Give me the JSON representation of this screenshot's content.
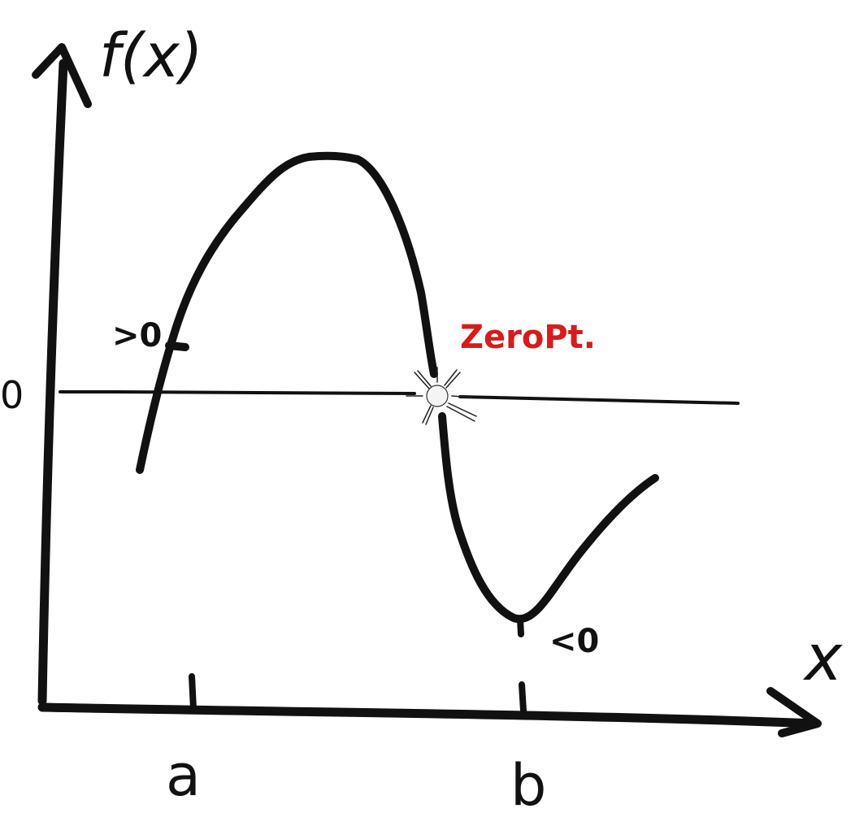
{
  "diagram": {
    "y_axis_label": "f(x)",
    "x_axis_label": "x",
    "zero_label": "0",
    "tick_a_label": "a",
    "tick_b_label": "b",
    "positive_marker_label": ">0",
    "negative_marker_label": "<0",
    "zero_point_label": "ZeroPt.",
    "colors": {
      "ink": "#111111",
      "zero_point": "#d81b1b"
    }
  }
}
